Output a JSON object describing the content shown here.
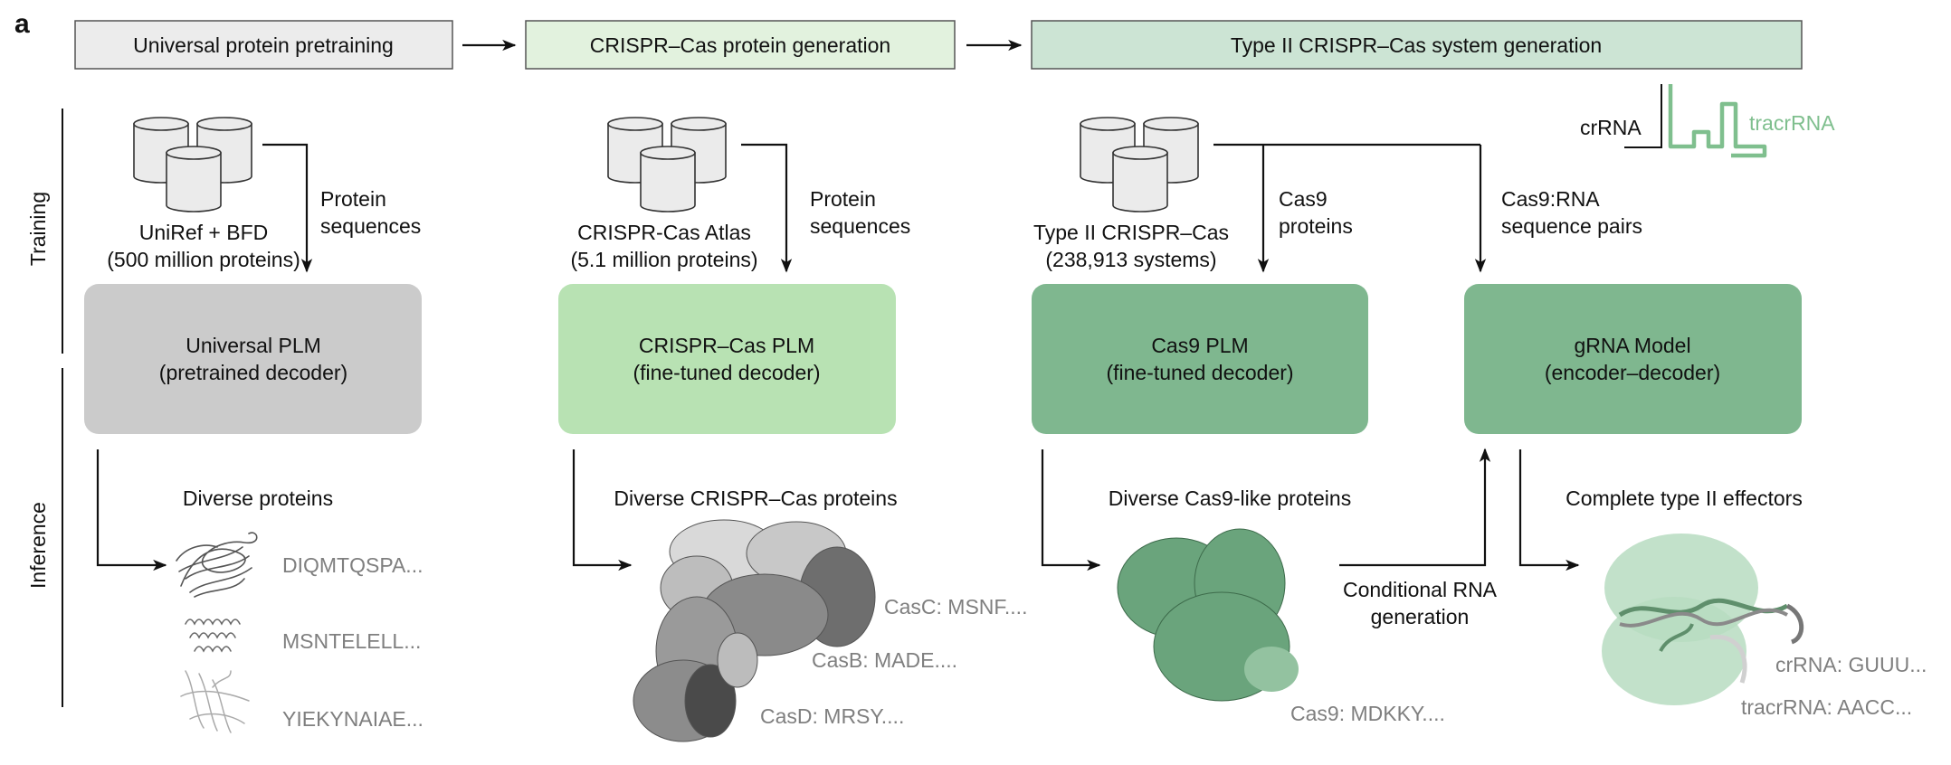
{
  "panel_label": "a",
  "colors": {
    "stage_universal": "#ececec",
    "stage_crispr": "#e2f2de",
    "stage_type2": "#cce4d4",
    "model_universal": "#cbcbcb",
    "model_crispr": "#b8e2b3",
    "model_cas9": "#7fb78f",
    "model_grna": "#7fb78f",
    "tracr_green": "#7fbf8e",
    "sequence_gray": "#7f7f7f"
  },
  "stages": [
    {
      "label": "Universal protein pretraining"
    },
    {
      "label": "CRISPR–Cas protein generation"
    },
    {
      "label": "Type II CRISPR–Cas system generation"
    }
  ],
  "phases": {
    "training": "Training",
    "inference": "Inference"
  },
  "datasets": [
    {
      "name": "UniRef + BFD",
      "size": "(500 million proteins)",
      "edge_label": [
        "Protein",
        "sequences"
      ]
    },
    {
      "name": "CRISPR-Cas Atlas",
      "size": "(5.1 million proteins)",
      "edge_label": [
        "Protein",
        "sequences"
      ]
    },
    {
      "name": "Type II CRISPR–Cas",
      "size": "(238,913 systems)",
      "edge_label": [
        "Cas9",
        "proteins"
      ],
      "edge_label_2": [
        "Cas9:RNA",
        "sequence pairs"
      ]
    }
  ],
  "rna_schematic": {
    "crrna": "crRNA",
    "tracrrna": "tracrRNA"
  },
  "models": [
    {
      "name": "Universal PLM",
      "type": "(pretrained decoder)"
    },
    {
      "name": "CRISPR–Cas PLM",
      "type": "(fine-tuned decoder)"
    },
    {
      "name": "Cas9 PLM",
      "type": "(fine-tuned decoder)"
    },
    {
      "name": "gRNA Model",
      "type": "(encoder–decoder)"
    }
  ],
  "outputs": [
    {
      "title": "Diverse proteins",
      "sequences": [
        "DIQMTQSPA...",
        "MSNTELELL...",
        "YIEKYNAIAE..."
      ]
    },
    {
      "title": "Diverse CRISPR–Cas proteins",
      "sequences": [
        "CasC: MSNF....",
        "CasB: MADE....",
        "CasD: MRSY...."
      ]
    },
    {
      "title": "Diverse Cas9-like proteins",
      "sequences": [
        "Cas9: MDKKY...."
      ]
    },
    {
      "title": "Complete type II effectors",
      "sequences": [
        "crRNA: GUUU...",
        "tracrRNA: AACC..."
      ]
    }
  ],
  "conditional_label": [
    "Conditional RNA",
    "generation"
  ]
}
